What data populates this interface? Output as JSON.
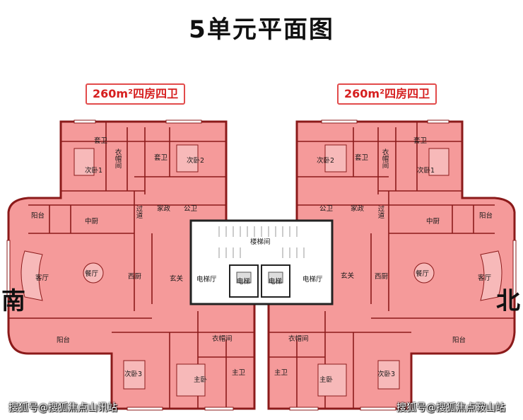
{
  "title": "5单元平面图",
  "units": [
    {
      "badge": "260m²四房四卫"
    },
    {
      "badge": "260m²四房四卫"
    }
  ],
  "directions": {
    "south": "南",
    "north": "北"
  },
  "rooms": {
    "left": {
      "master_bath_top": "套卫",
      "wardrobe": "衣帽间",
      "bath": "套卫",
      "bedroom2": "次卧2",
      "bedroom1": "次卧1",
      "balcony_top": "阳台",
      "corridor": "过道",
      "kitchen": "中厨",
      "housekeeping": "家政",
      "public_bath": "公卫",
      "dining": "餐厅",
      "western_kitchen": "西厨",
      "living": "客厅",
      "foyer": "玄关",
      "elevator_hall": "电梯厅",
      "balcony_bottom": "阳台",
      "wardrobe_bottom": "衣帽间",
      "bedroom3": "次卧3",
      "master_bath": "主卫",
      "master_bedroom": "主卧"
    },
    "right": {
      "bedroom2": "次卧2",
      "bath": "套卫",
      "wardrobe": "衣帽间",
      "master_bath_top": "套卫",
      "bedroom1": "次卧1",
      "public_bath": "公卫",
      "housekeeping": "家政",
      "corridor": "过道",
      "kitchen": "中厨",
      "balcony_top": "阳台",
      "foyer": "玄关",
      "western_kitchen": "西厨",
      "dining": "餐厅",
      "living": "客厅",
      "elevator_hall": "电梯厅",
      "balcony_bottom": "阳台",
      "wardrobe_bottom": "衣帽间",
      "master_bath": "主卫",
      "master_bedroom": "主卧",
      "bedroom3": "次卧3"
    },
    "core": {
      "stair": "楼梯间",
      "elevator1": "电梯",
      "elevator2": "电梯"
    }
  },
  "watermarks": {
    "left": "搜狐号@搜狐焦点山讯站",
    "right": "搜狐号@搜狐焦点鞍山站"
  },
  "colors": {
    "unit_fill": "#f59a9a",
    "wall": "#8b1a1a",
    "core_fill": "#ffffff",
    "hall_fill": "#f7c9cc",
    "badge_text": "#d61f1f"
  }
}
